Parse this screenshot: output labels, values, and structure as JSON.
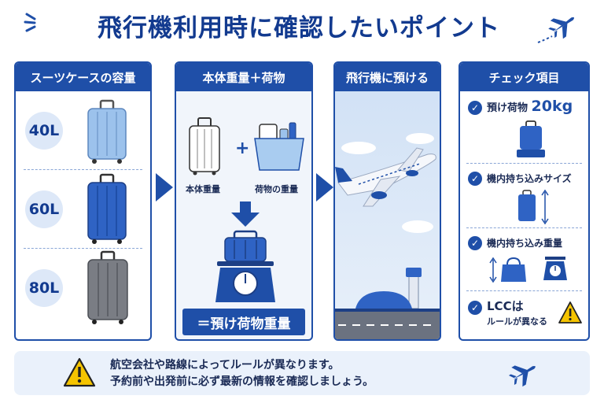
{
  "header": {
    "title": "飛行機利用時に確認したいポイント"
  },
  "columns": {
    "capacity": {
      "title": "スーツケースの容量",
      "sizes": [
        "40L",
        "60L",
        "80L"
      ]
    },
    "weight": {
      "title": "本体重量＋荷物",
      "body_label": "本体重量",
      "plus": "+",
      "luggage_label": "荷物の重量",
      "result": "＝預け荷物重量"
    },
    "checkin": {
      "title": "飛行機に預ける"
    },
    "checklist": {
      "title": "チェック項目",
      "items": [
        {
          "label": "預け荷物",
          "highlight": "20kg"
        },
        {
          "label": "機内持ち込みサイズ"
        },
        {
          "label": "機内持ち込み重量"
        },
        {
          "label": "LCCは",
          "sub": "ルールが異なる"
        }
      ]
    }
  },
  "note": {
    "line1": "航空会社や路線によってルールが異なります。",
    "line2": "予約前や出発前に必ず最新の情報を確認しましょう。"
  },
  "colors": {
    "primary": "#1f4fa8",
    "light": "#dde8f8",
    "warning": "#f5c400"
  },
  "icons": [
    "airplane-icon",
    "suitcase-icon",
    "scale-icon",
    "check-icon",
    "warning-icon",
    "bag-icon"
  ]
}
